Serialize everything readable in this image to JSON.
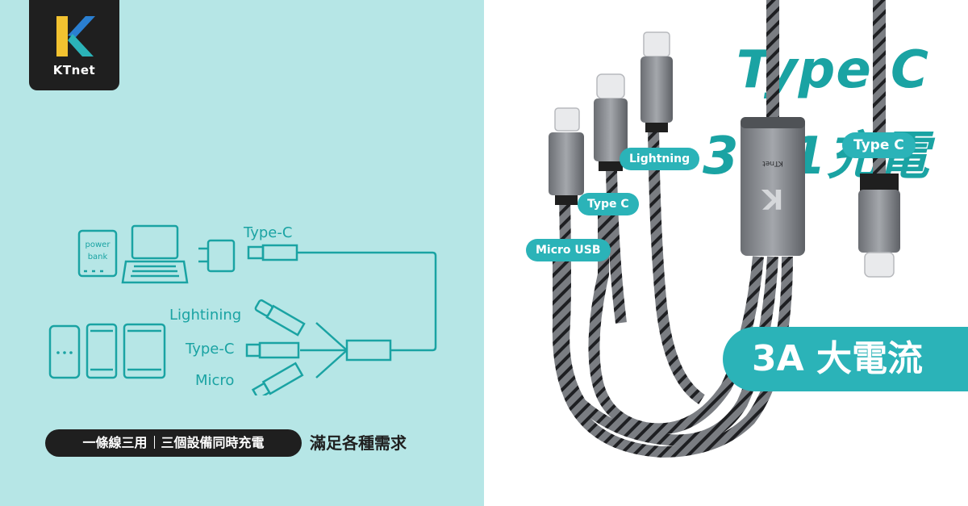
{
  "brand": {
    "logo_text": "KTnet",
    "cable_brand": "KTnet"
  },
  "headline": {
    "line1": "Type C",
    "line2": "3合1充電"
  },
  "diagram": {
    "power_bank_line1": "power",
    "power_bank_line2": "bank",
    "input_label": "Type-C",
    "outputs": [
      "Lightining",
      "Type-C",
      "Micro"
    ]
  },
  "tagline": {
    "part1": "一條線三用",
    "part2": "三個設備同時充電",
    "part3": "滿足各種需求"
  },
  "product_tags": {
    "lightning": "Lightning",
    "type_c_small": "Type C",
    "micro_usb": "Micro USB",
    "type_c_right": "Type C"
  },
  "feature_badge": "3A 大電流",
  "colors": {
    "accent": "#2bb3b8",
    "headline": "#1aa3a3",
    "panel_bg": "#b6e6e6",
    "dark": "#1f1f1f"
  },
  "icons": [
    "power-bank-icon",
    "laptop-icon",
    "wall-charger-icon",
    "phone-icon",
    "tablet-icon",
    "usb-plug-icon",
    "braided-cable-image"
  ]
}
